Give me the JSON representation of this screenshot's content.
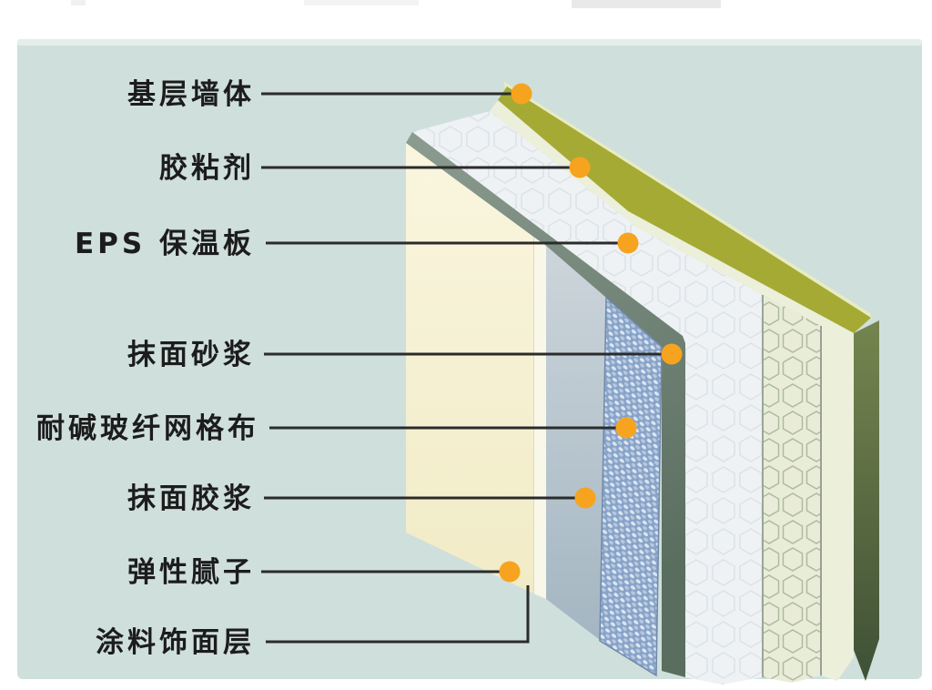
{
  "diagram": {
    "background_color": "#cfdfdc",
    "page_background": "#ffffff",
    "line_color": "#2b2b2b",
    "text_color": "#1c1c1c",
    "dot_color": "#f6a41f",
    "layers": [
      {
        "id": "base-wall",
        "label": "基层墙体",
        "color": "#a5aa35"
      },
      {
        "id": "adhesive",
        "label": "胶粘剂",
        "color": "#ecefda"
      },
      {
        "id": "eps-board",
        "label": "EPS 保温板",
        "color": "#eef2f5"
      },
      {
        "id": "render-mortar",
        "label": "抹面砂浆",
        "color": "#6e8172"
      },
      {
        "id": "fiberglass-mesh",
        "label": "耐碱玻纤网格布",
        "color": "#87a3c8"
      },
      {
        "id": "render-paste",
        "label": "抹面胶浆",
        "color": "#c3ccd4"
      },
      {
        "id": "elastic-putty",
        "label": "弹性腻子",
        "color": "#f9f7e8"
      },
      {
        "id": "paint-finish",
        "label": "涂料饰面层",
        "color": "#f7f3d8"
      }
    ]
  }
}
